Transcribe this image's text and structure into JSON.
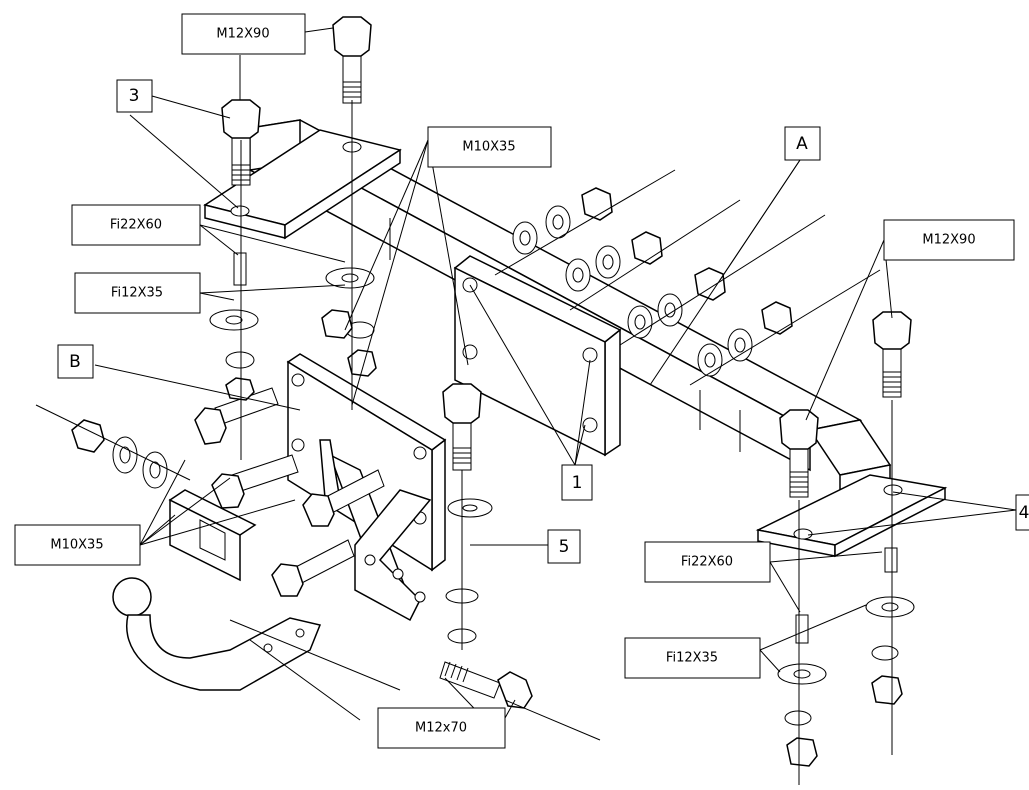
{
  "labels": {
    "m12x90_top": "M12X90",
    "m12x90_right": "M12X90",
    "m10x35_top": "M10X35",
    "m10x35_left": "M10X35",
    "fi22x60_left": "Fi22X60",
    "fi22x60_right": "Fi22X60",
    "fi12x35_left": "Fi12X35",
    "fi12x35_right": "Fi12X35",
    "m12x70": "M12x70"
  },
  "callouts": {
    "one": "1",
    "three": "3",
    "four": "4",
    "five": "5",
    "a": "A",
    "b": "B"
  },
  "colors": {
    "line": "#000000",
    "background": "#ffffff"
  }
}
